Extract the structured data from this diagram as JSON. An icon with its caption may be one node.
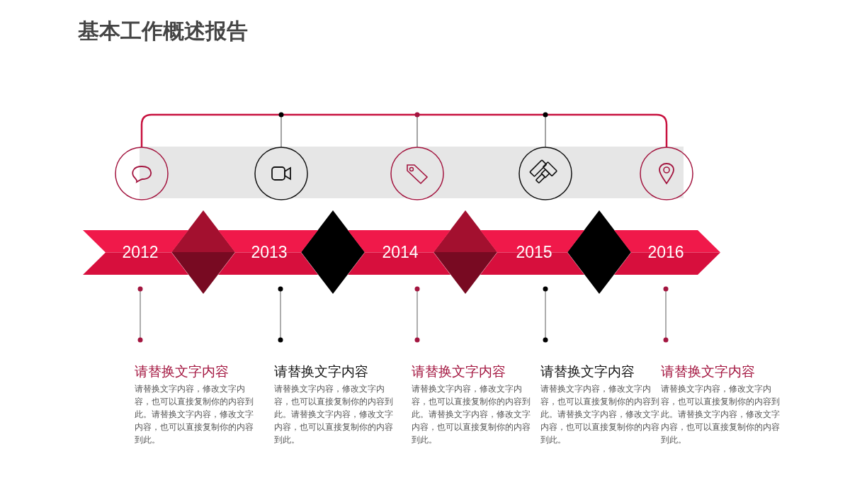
{
  "diagram": {
    "title": "基本工作概述报告",
    "nodes": [
      {
        "text": [],
        "shape": "circle"
      },
      {
        "text": [],
        "shape": "circle"
      },
      {
        "text": [],
        "shape": "circle"
      },
      {
        "text": [],
        "shape": "circle"
      },
      {
        "text": [],
        "shape": "circle"
      },
      {
        "text": [
          "2012"
        ]
      },
      {
        "text": [
          "2013"
        ]
      },
      {
        "text": [
          "2014"
        ]
      },
      {
        "text": [
          "2015"
        ]
      },
      {
        "text": [
          "2016"
        ]
      }
    ],
    "edges": [
      {
        "from": 0,
        "to": 1,
        "arrow": "none",
        "color": "#666666"
      },
      {
        "from": 0,
        "to": 2,
        "arrow": "none",
        "color": "#666666"
      },
      {
        "from": 0,
        "to": 3,
        "arrow": "none",
        "color": "#666666"
      },
      {
        "from": 0,
        "to": 4,
        "arrow": "none",
        "color": "#c8123f"
      }
    ],
    "labels": [
      "请替换文字内容",
      "请替换文字内容，修改文字内容，也可以直接复制你的内容到此。请替换文字内容，修改文字内容，也可以直接复制你的内容到此。",
      "请替换文字内容",
      "请替换文字内容，修改文字内容，也可以直接复制你的内容到此。请替换文字内容，修改文字内容，也可以直接复制你的内容到此。",
      "请替换文字内容",
      "请替换文字内容，修改文字内容，也可以直接复制你的内容到此。请替换文字内容，修改文字内容，也可以直接复制你的内容到此。",
      "请替换文字内容",
      "请替换文字内容，修改文字内容，也可以直接复制你的内容到此。请替换文字内容，修改文字内容，也可以直接复制你的内容到此。",
      "请替换文字内容",
      "请替换文字内容，修改文字内容，也可以直接复制你的内容到此。请替换文字内容，修改文字内容，也可以直接复制你的内容到此。"
    ]
  }
}
